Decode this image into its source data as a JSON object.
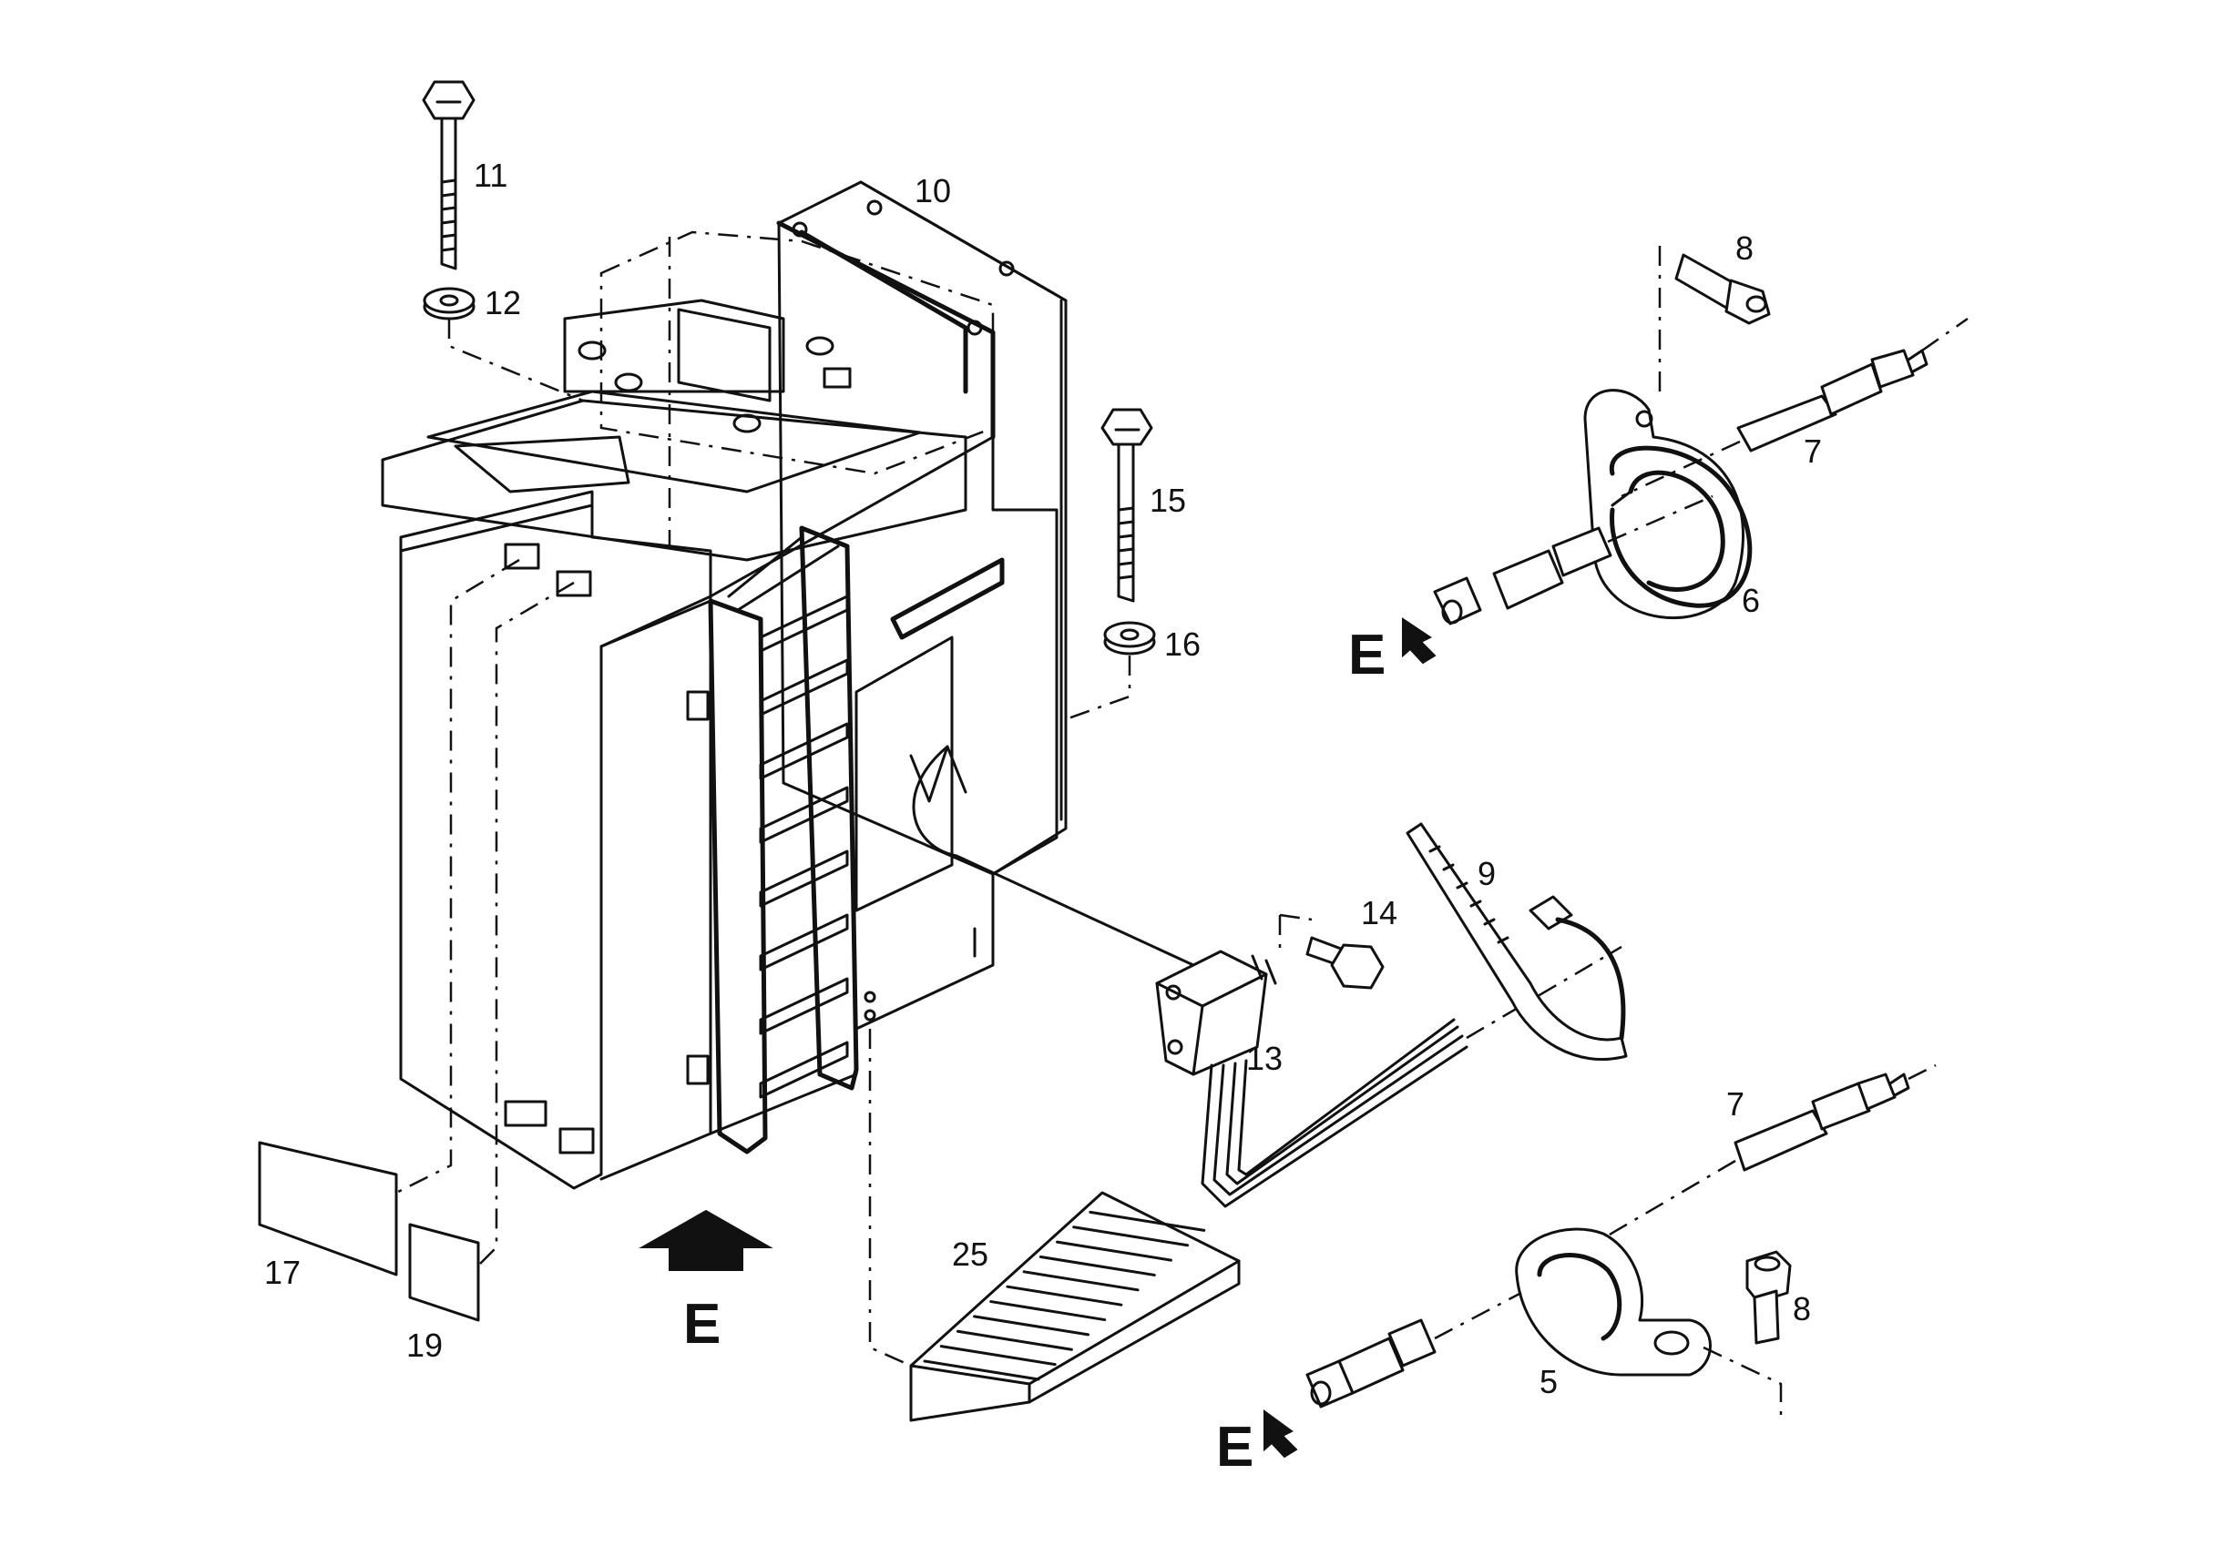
{
  "diagram": {
    "callouts": [
      "11",
      "12",
      "10",
      "8",
      "7",
      "15",
      "6",
      "16",
      "9",
      "14",
      "13",
      "7",
      "8",
      "25",
      "17",
      "19",
      "5"
    ],
    "direction_label": "E",
    "line_color": "#111111",
    "background": "#ffffff"
  }
}
